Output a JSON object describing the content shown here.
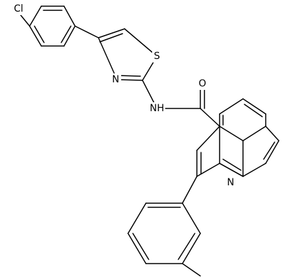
{
  "atom_labels": {
    "chlorine": "Cl",
    "thiazole_sulfur": "S",
    "thiazole_nitrogen": "N",
    "amide_nitrogen": "NH",
    "carbonyl_oxygen": "O",
    "quinoline_nitrogen": "N"
  },
  "colors": {
    "bond": "#000000",
    "label": "#000000",
    "background": "#ffffff"
  }
}
